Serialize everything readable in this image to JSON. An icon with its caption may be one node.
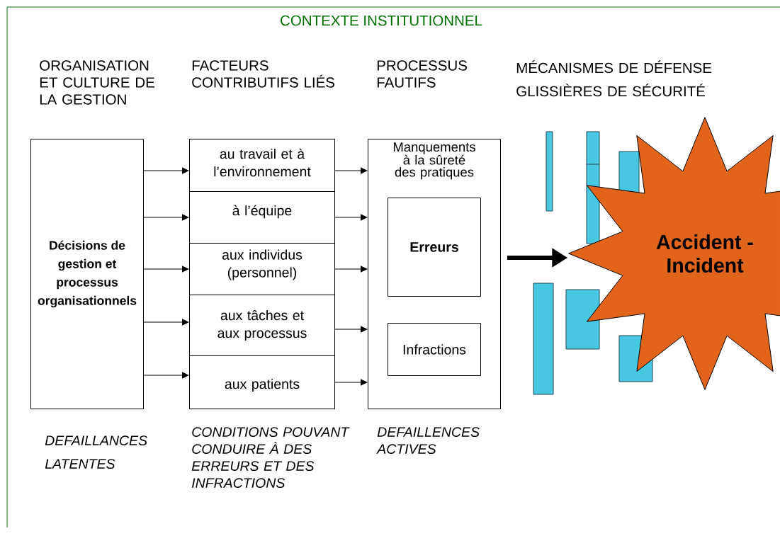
{
  "diagram": {
    "title": "CONTEXTE INSTITUTIONNEL",
    "nodes": [
      {
        "text": [
          "Décisions de gestion et processus organisationnels"
        ],
        "beside": [
          "DEFAILLANCES LATENTES"
        ]
      },
      {
        "text": [],
        "shape": "box",
        "beside": [
          "CONDITIONS POUVANT CONDUIRE À DES ERREURS ET DES INFRACTIONS"
        ]
      },
      {
        "text": [
          "au travail et à l’environnement"
        ],
        "in": 1
      },
      {
        "text": [
          "à l’équipe"
        ],
        "in": 1
      },
      {
        "text": [
          "aux individus (personnel)"
        ],
        "in": 1
      },
      {
        "text": [
          "aux tâches et aux processus"
        ],
        "in": 1
      },
      {
        "text": [
          "aux patients"
        ],
        "in": 1
      },
      {
        "text": [
          "Manquements à la sûreté des pratiques"
        ],
        "beside": [
          "DEFAILLENCES ACTIVES"
        ]
      },
      {
        "text": [
          "Erreurs"
        ],
        "in": 7
      },
      {
        "text": [
          "Infractions"
        ],
        "in": 7
      },
      {
        "text": [
          "Accident - Incident"
        ]
      }
    ],
    "edges": [
      {
        "from": 0,
        "to": 2,
        "arrow": "to"
      },
      {
        "from": 0,
        "to": 3,
        "arrow": "to"
      },
      {
        "from": 0,
        "to": 4,
        "arrow": "to"
      },
      {
        "from": 0,
        "to": 5,
        "arrow": "to"
      },
      {
        "from": 0,
        "to": 6,
        "arrow": "to"
      },
      {
        "from": 2,
        "to": 7,
        "arrow": "to"
      },
      {
        "from": 3,
        "to": 7,
        "arrow": "to"
      },
      {
        "from": 4,
        "to": 7,
        "arrow": "to"
      },
      {
        "from": 5,
        "to": 7,
        "arrow": "to"
      },
      {
        "from": 6,
        "to": 7,
        "arrow": "to"
      },
      {
        "from": 7,
        "to": 10,
        "arrow": "to",
        "style": "thick"
      }
    ],
    "labels": [
      "ORGANISATION ET CULTURE DE LA GESTION",
      "FACTEURS CONTRIBUTIFS LIÉS",
      "PROCESSUS FAUTIFS",
      "MÉCANISMES DE DÉFENSE",
      "GLISSIÈRES DE SÉCURITÉ"
    ]
  }
}
